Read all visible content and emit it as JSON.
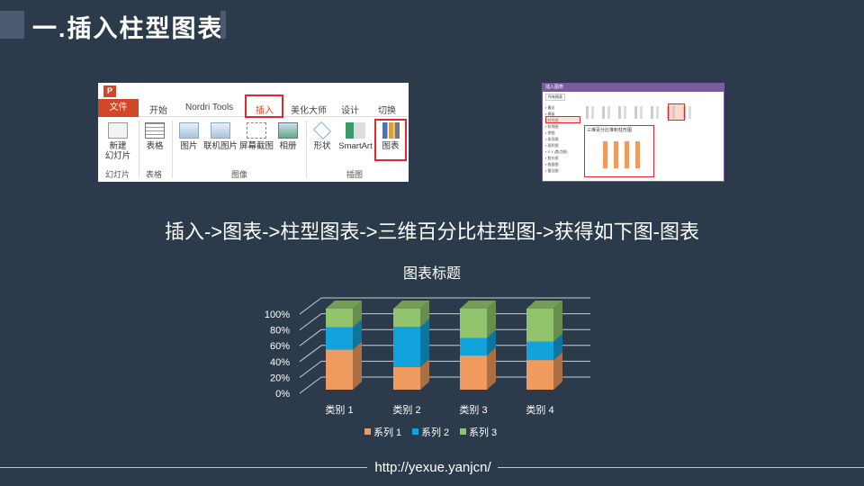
{
  "slide": {
    "title": "一.插入柱型图表",
    "instruction": "插入->图表->柱型图表->三维百分比柱型图->获得如下图-图表",
    "footer_url": "http://yexue.yanjcn/"
  },
  "ribbon": {
    "app_icon": "P",
    "tabs": [
      "文件",
      "开始",
      "Nordri Tools",
      "插入",
      "美化大师",
      "设计",
      "切换"
    ],
    "buttons": [
      {
        "label": "新建\n幻灯片",
        "icon": "new-slide-icon"
      },
      {
        "label": "表格",
        "icon": "table-icon"
      },
      {
        "label": "图片",
        "icon": "picture-icon"
      },
      {
        "label": "联机图片",
        "icon": "online-picture-icon"
      },
      {
        "label": "屏幕截图",
        "icon": "screenshot-icon"
      },
      {
        "label": "相册",
        "icon": "album-icon"
      },
      {
        "label": "形状",
        "icon": "shapes-icon"
      },
      {
        "label": "SmartArt",
        "icon": "smartart-icon"
      },
      {
        "label": "图表",
        "icon": "chart-icon"
      }
    ],
    "groups": [
      "幻灯片",
      "表格",
      "图像",
      "插图"
    ]
  },
  "dialog": {
    "title": "插入图表",
    "tab": "所有图表",
    "types": [
      "最近",
      "模板",
      "柱形图",
      "折线图",
      "饼图",
      "条形图",
      "面积图",
      "X Y (散点图)",
      "股价图",
      "曲面图",
      "雷达图"
    ],
    "selected_subtype": "三维百分比堆积柱形图"
  },
  "chart_data": {
    "type": "bar",
    "subtype": "3d-100-percent-stacked-column",
    "title": "图表标题",
    "categories": [
      "类别 1",
      "类别 2",
      "类别 3",
      "类别 4"
    ],
    "series": [
      {
        "name": "系列 1",
        "values": [
          4.3,
          2.5,
          3.5,
          4.5
        ],
        "color": "#ef9a5e"
      },
      {
        "name": "系列 2",
        "values": [
          2.4,
          4.4,
          1.8,
          2.8
        ],
        "color": "#12a3dc"
      },
      {
        "name": "系列 3",
        "values": [
          2,
          2,
          3,
          5
        ],
        "color": "#92c46d"
      }
    ],
    "yticks": [
      "0%",
      "20%",
      "40%",
      "60%",
      "80%",
      "100%"
    ],
    "ylim": [
      0,
      100
    ],
    "legend": "bottom",
    "grid": true
  }
}
